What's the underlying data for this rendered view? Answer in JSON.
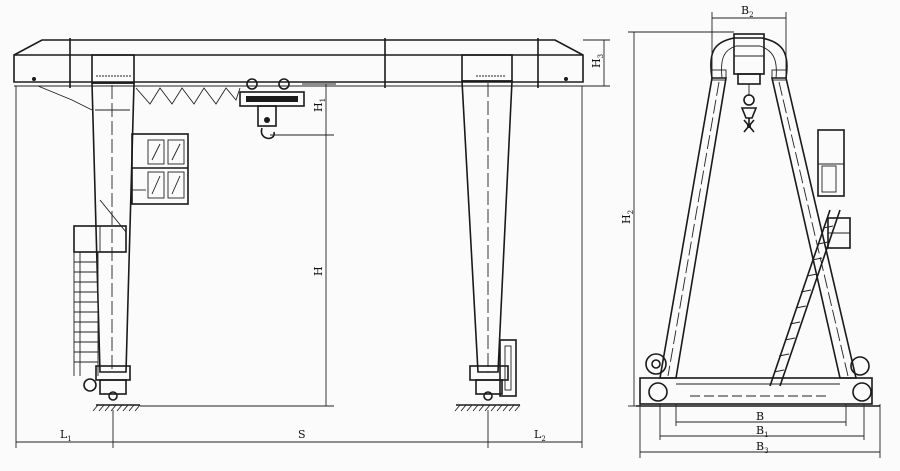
{
  "front_view": {
    "labels": {
      "L1": {
        "main": "L",
        "sub": "1"
      },
      "S": {
        "main": "S",
        "sub": ""
      },
      "L2": {
        "main": "L",
        "sub": "2"
      },
      "H": {
        "main": "H",
        "sub": ""
      },
      "H1": {
        "main": "H",
        "sub": "1"
      }
    }
  },
  "side_view": {
    "labels": {
      "B2": {
        "main": "B",
        "sub": "2"
      },
      "H3": {
        "main": "H",
        "sub": "3"
      },
      "H2": {
        "main": "H",
        "sub": "2"
      },
      "B": {
        "main": "B",
        "sub": ""
      },
      "B1": {
        "main": "B",
        "sub": "1"
      },
      "B3": {
        "main": "B",
        "sub": "3"
      }
    }
  }
}
